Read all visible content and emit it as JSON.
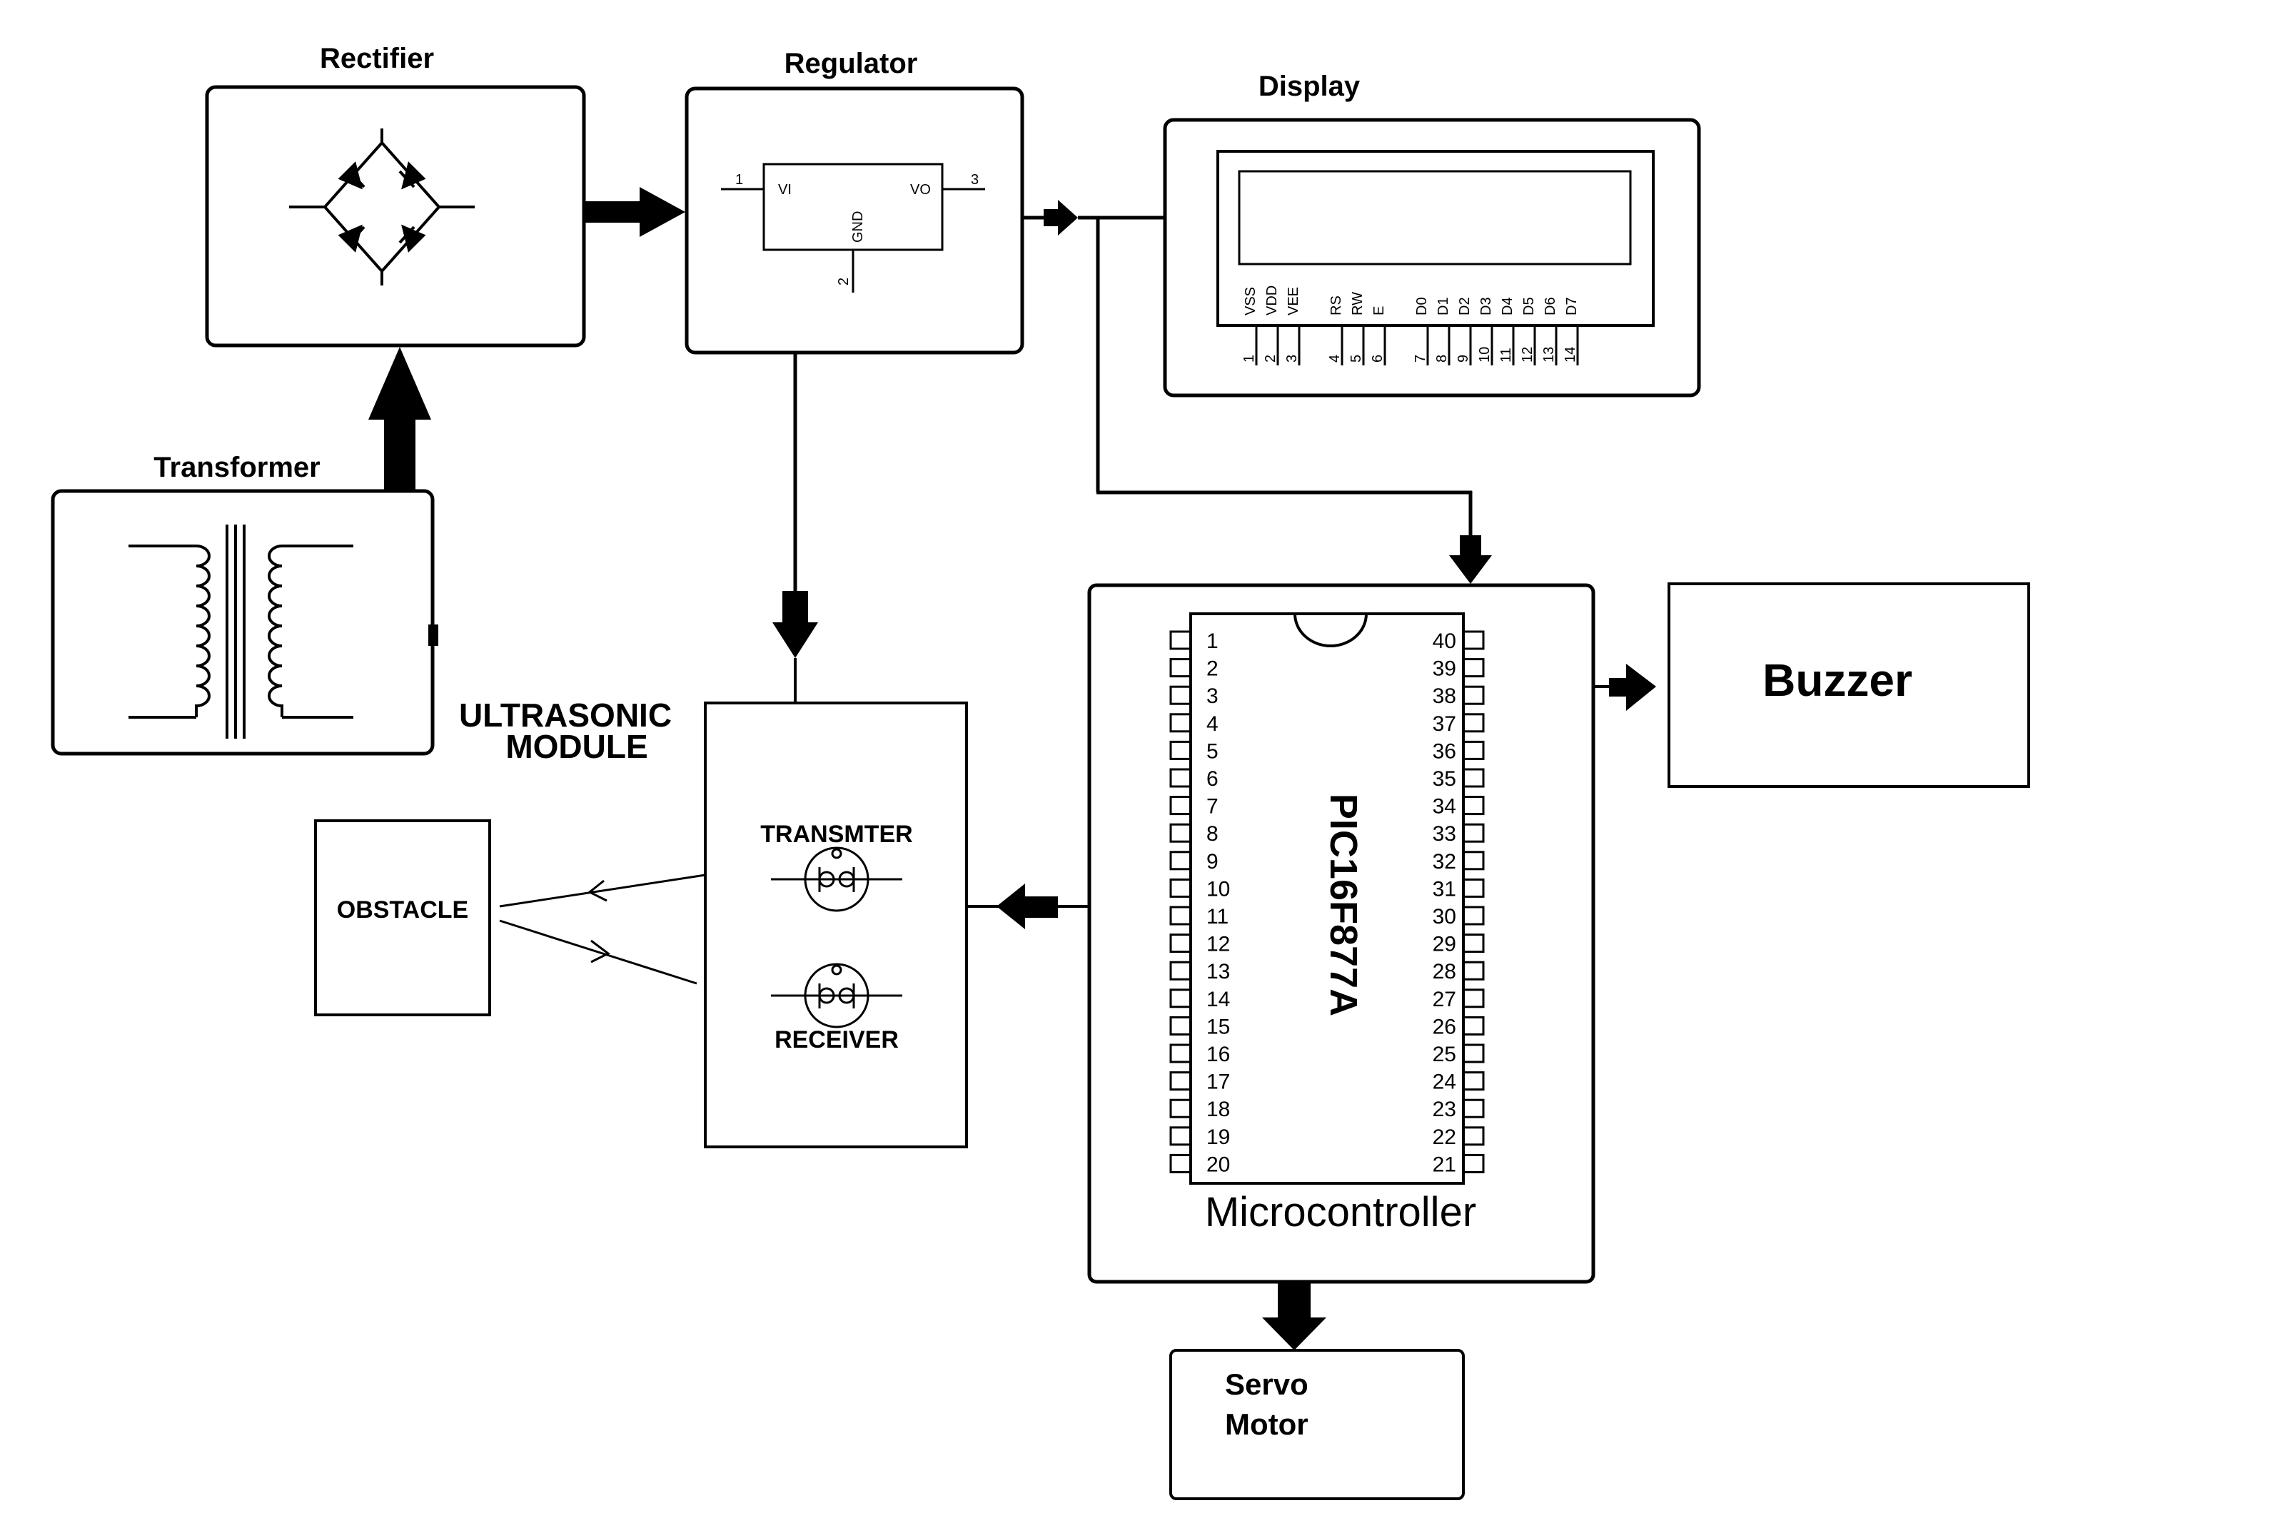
{
  "blocks": {
    "rectifier": {
      "title": "Rectifier"
    },
    "regulator": {
      "title": "Regulator",
      "pin1": "1",
      "pin2": "2",
      "pin3": "3",
      "vi": "VI",
      "vo": "VO",
      "gnd": "GND"
    },
    "display": {
      "title": "Display",
      "pin_names": [
        "VSS",
        "VDD",
        "VEE",
        "RS",
        "RW",
        "E",
        "D0",
        "D1",
        "D2",
        "D3",
        "D4",
        "D5",
        "D6",
        "D7"
      ],
      "pin_numbers": [
        "1",
        "2",
        "3",
        "4",
        "5",
        "6",
        "7",
        "8",
        "9",
        "10",
        "11",
        "12",
        "13",
        "14"
      ]
    },
    "transformer": {
      "title": "Transformer"
    },
    "ultrasonic": {
      "title_line1": "ULTRASONIC",
      "title_line2": "MODULE",
      "transmitter": "TRANSMTER",
      "receiver": "RECEIVER"
    },
    "obstacle": {
      "title": "OBSTACLE"
    },
    "microcontroller": {
      "title": "Microcontroller",
      "chip": "PIC16F877A",
      "left_pins": [
        "1",
        "2",
        "3",
        "4",
        "5",
        "6",
        "7",
        "8",
        "9",
        "10",
        "11",
        "12",
        "13",
        "14",
        "15",
        "16",
        "17",
        "18",
        "19",
        "20"
      ],
      "right_pins": [
        "40",
        "39",
        "38",
        "37",
        "36",
        "35",
        "34",
        "33",
        "32",
        "31",
        "30",
        "29",
        "28",
        "27",
        "26",
        "25",
        "24",
        "23",
        "22",
        "21"
      ]
    },
    "buzzer": {
      "title": "Buzzer"
    },
    "servo": {
      "title_line1": "Servo",
      "title_line2": "Motor"
    }
  }
}
